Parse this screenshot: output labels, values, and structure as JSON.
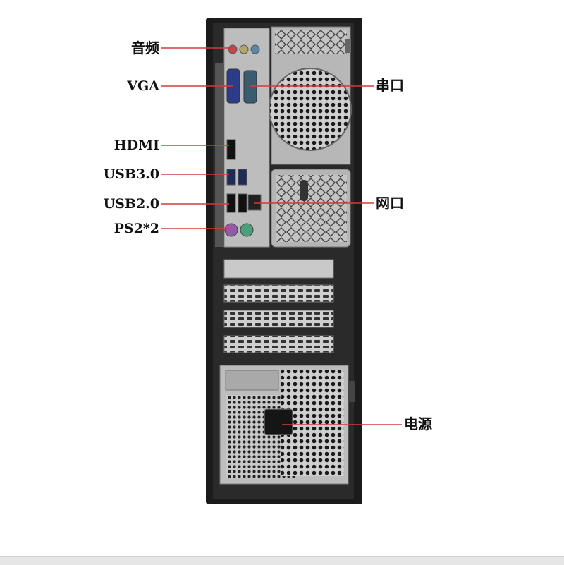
{
  "labels": {
    "audio": "音频",
    "vga": "VGA",
    "hdmi": "HDMI",
    "usb30": "USB3.0",
    "usb20": "USB2.0",
    "ps2": "PS2*2",
    "serial": "串口",
    "network": "网口",
    "power": "电源"
  },
  "colors": {
    "leader_line": "#d23b3b",
    "chassis": "#1b1b1b",
    "metal": "#bcbcbc"
  }
}
